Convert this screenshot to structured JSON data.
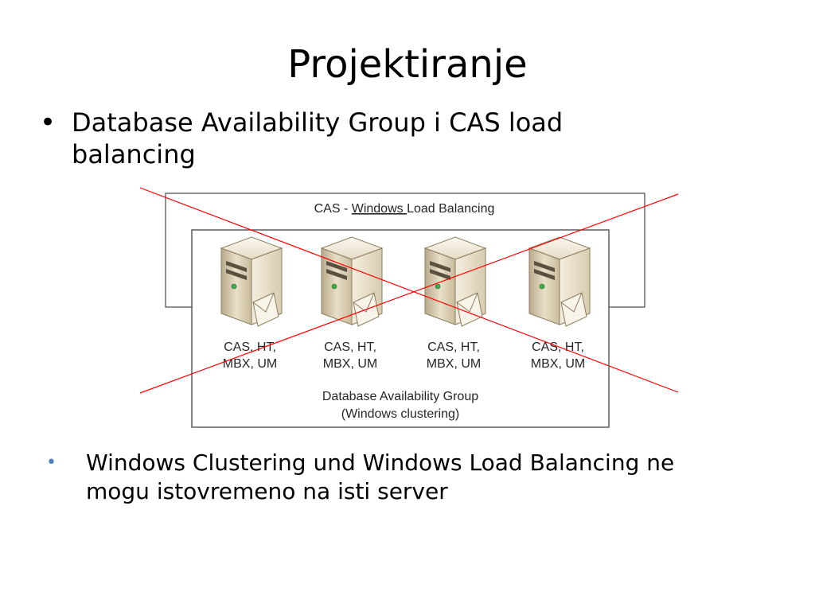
{
  "slide": {
    "title": "Projektiranje",
    "bullet1": {
      "symbol": "•",
      "line1": "Database Availability Group i CAS  load",
      "line2": "balancing"
    },
    "bullet2": {
      "symbol": "•",
      "line1": "Windows Clustering und Windows Load Balancing ne",
      "line2": "mogu istovremeno na isti server",
      "symbol_color": "#4f81bd"
    }
  },
  "diagram": {
    "outer_label_prefix": "CAS - ",
    "outer_label_underlined": "Windows ",
    "outer_label_suffix": "Load Balancing",
    "inner_label_line1": "Database Availability Group",
    "inner_label_line2": "(Windows clustering)",
    "servers": [
      {
        "line1": "CAS, HT,",
        "line2": "MBX, UM"
      },
      {
        "line1": "CAS, HT,",
        "line2": "MBX, UM"
      },
      {
        "line1": "CAS, HT,",
        "line2": "MBX, UM"
      },
      {
        "line1": "CAS, HT,",
        "line2": "MBX, UM"
      }
    ],
    "cross_color": "#ff0000",
    "server_icon": "server-tower-icon",
    "envelope_icon": "mail-envelope-icon"
  }
}
